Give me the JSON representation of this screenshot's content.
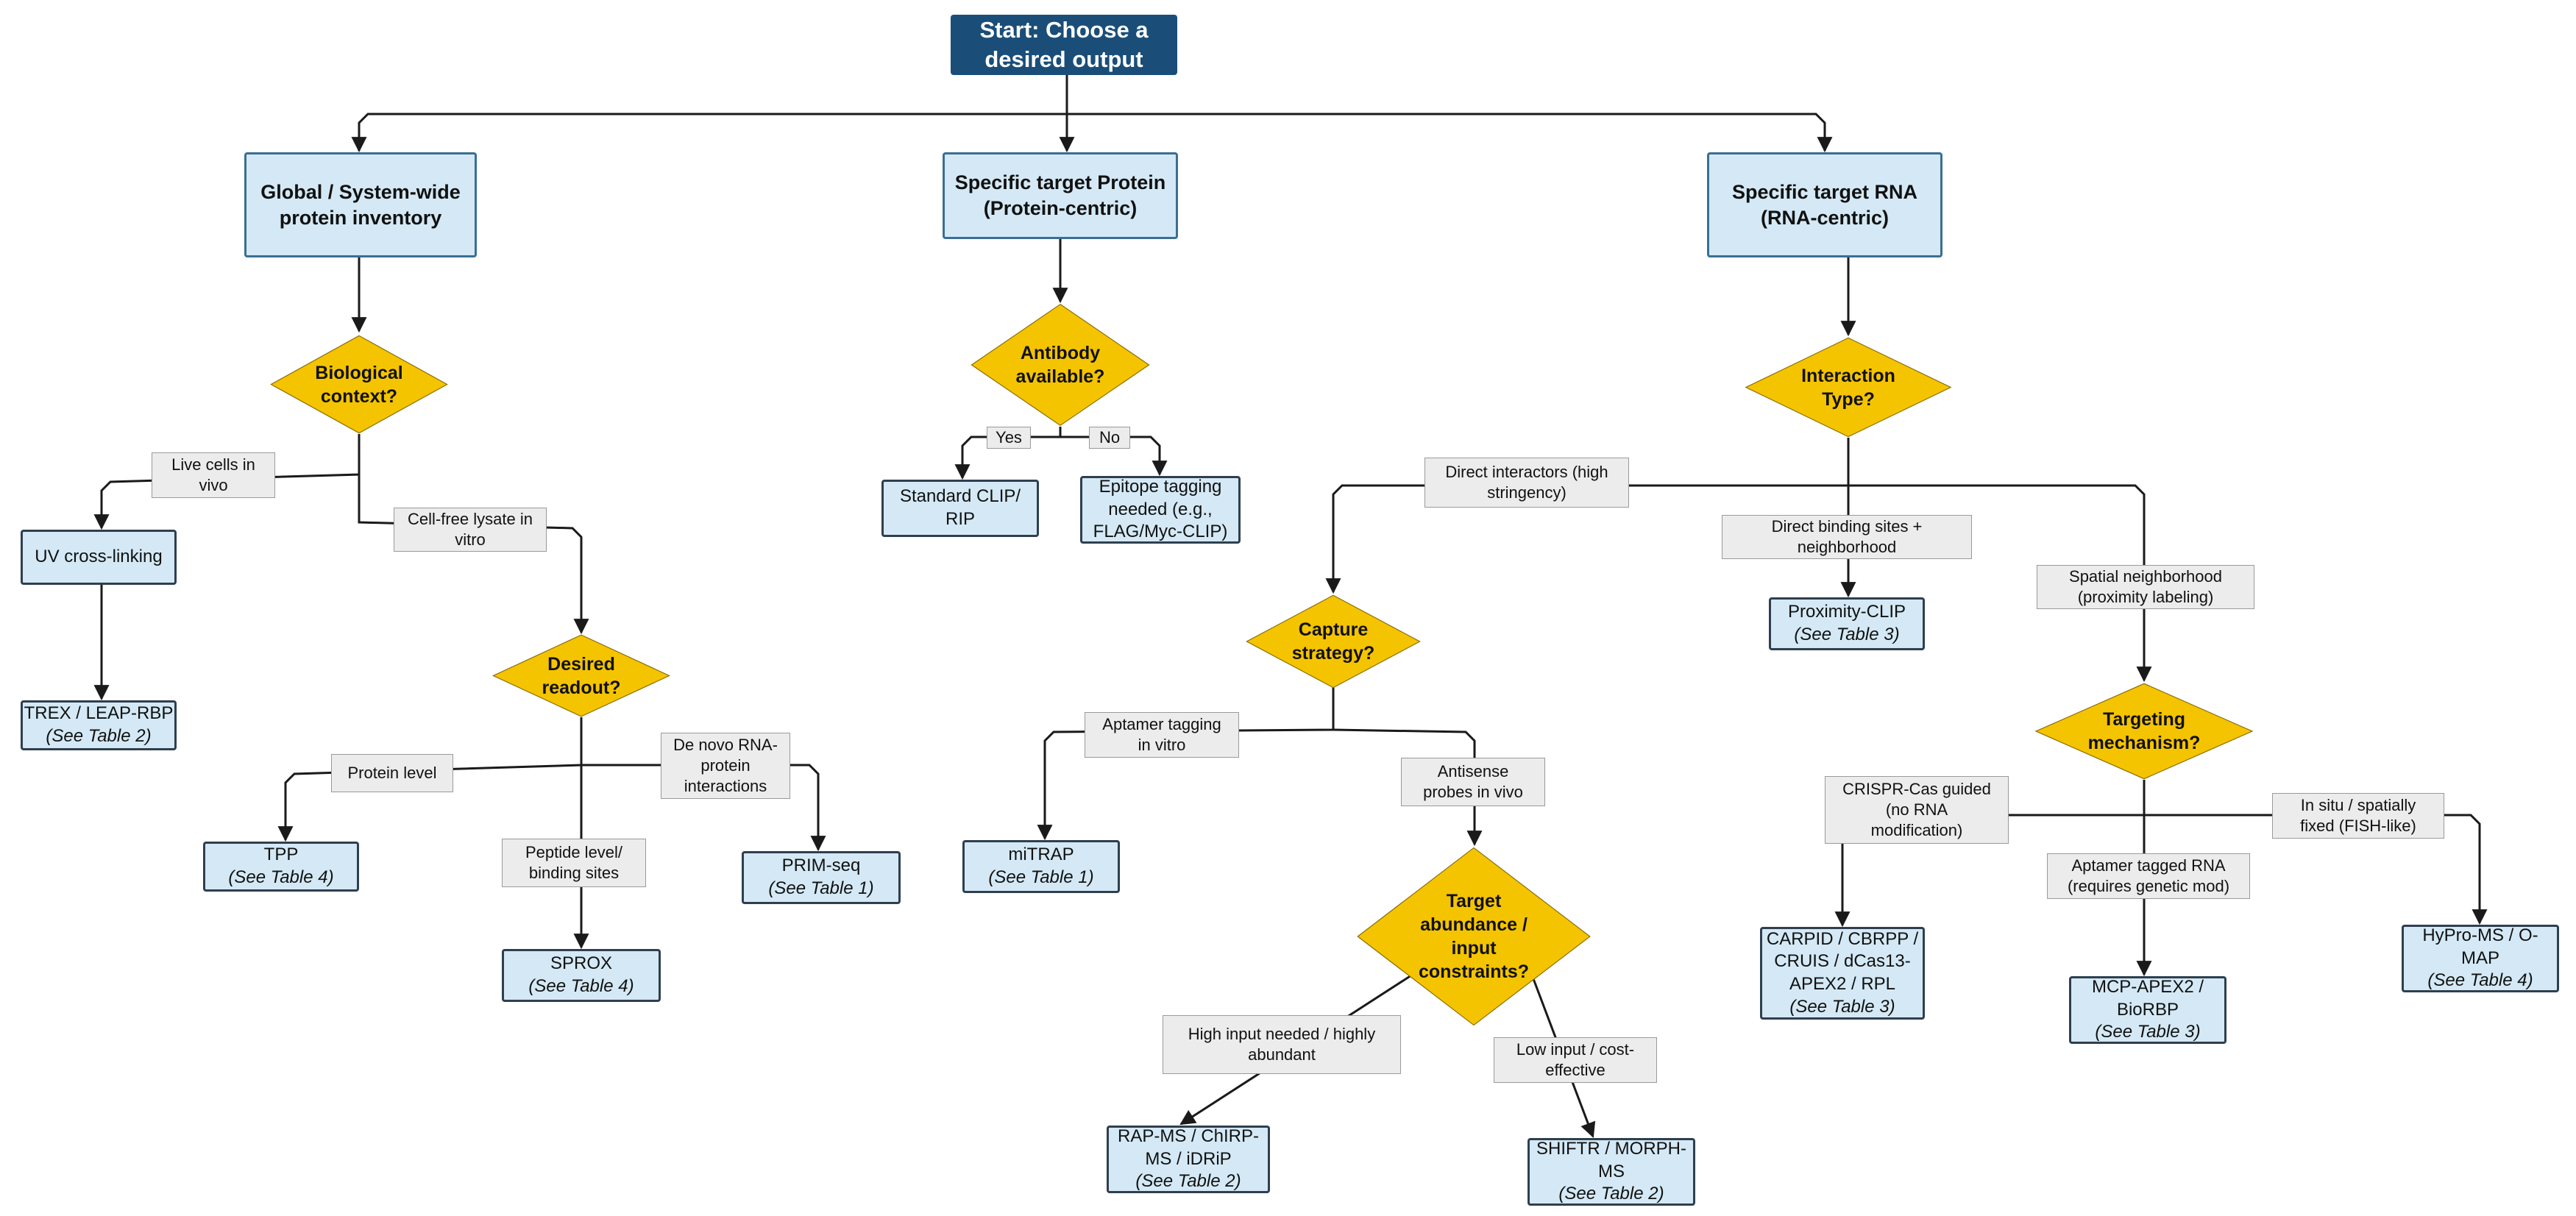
{
  "start": {
    "line1": "Start: Choose a",
    "line2": "desired output"
  },
  "categories": {
    "global": {
      "line1": "Global / System-wide",
      "line2": "protein inventory"
    },
    "protein": {
      "line1": "Specific target Protein",
      "line2": "(Protein-centric)"
    },
    "rna": {
      "line1": "Specific target RNA",
      "line2": "(RNA-centric)"
    }
  },
  "decisions": {
    "bio_context": {
      "line1": "Biological",
      "line2": "context?"
    },
    "antibody": {
      "line1": "Antibody",
      "line2": "available?"
    },
    "interaction": {
      "line1": "Interaction",
      "line2": "Type?"
    },
    "readout": {
      "line1": "Desired",
      "line2": "readout?"
    },
    "capture": {
      "line1": "Capture",
      "line2": "strategy?"
    },
    "targeting": {
      "line1": "Targeting",
      "line2": "mechanism?"
    },
    "abundance": {
      "line1": "Target",
      "line2": "abundance /",
      "line3": "input",
      "line4": "constraints?"
    }
  },
  "labels": {
    "live_cells": {
      "line1": "Live cells in",
      "line2": "vivo"
    },
    "cell_free": {
      "line1": "Cell-free lysate in",
      "line2": "vitro"
    },
    "yes": "Yes",
    "no": "No",
    "direct_interactors": {
      "line1": "Direct interactors (high",
      "line2": "stringency)"
    },
    "direct_binding": {
      "line1": "Direct binding sites +",
      "line2": "neighborhood"
    },
    "spatial": {
      "line1": "Spatial neighborhood",
      "line2": "(proximity labeling)"
    },
    "protein_level": "Protein level",
    "peptide_level": {
      "line1": "Peptide level/",
      "line2": "binding sites"
    },
    "denovo": {
      "line1": "De novo RNA-",
      "line2": "protein",
      "line3": "interactions"
    },
    "aptamer_vitro": {
      "line1": "Aptamer tagging",
      "line2": "in vitro"
    },
    "antisense": {
      "line1": "Antisense",
      "line2": "probes in vivo"
    },
    "crispr": {
      "line1": "CRISPR-Cas guided",
      "line2": "(no RNA",
      "line3": "modification)"
    },
    "aptamer_rna": {
      "line1": "Aptamer tagged RNA",
      "line2": "(requires genetic mod)"
    },
    "insitu": {
      "line1": "In situ / spatially",
      "line2": "fixed (FISH-like)"
    },
    "high_input": {
      "line1": "High input needed / highly",
      "line2": "abundant"
    },
    "low_input": {
      "line1": "Low input / cost-",
      "line2": "effective"
    }
  },
  "methods": {
    "uv": "UV cross-linking",
    "trex": {
      "line1": "TREX / LEAP-RBP",
      "line2": "(See Table 2)"
    },
    "std_clip": {
      "line1": "Standard CLIP/",
      "line2": "RIP"
    },
    "epitope": {
      "line1": "Epitope tagging",
      "line2": "needed (e.g.,",
      "line3": "FLAG/Myc-CLIP)"
    },
    "proximity_clip": {
      "line1": "Proximity-CLIP",
      "line2": "(See Table 3)"
    },
    "tpp": {
      "line1": "TPP",
      "line2": "(See Table 4)"
    },
    "sprox": {
      "line1": "SPROX",
      "line2": "(See Table 4)"
    },
    "prim": {
      "line1": "PRIM-seq",
      "line2": "(See Table 1)"
    },
    "mitrap": {
      "line1": "miTRAP",
      "line2": "(See Table 1)"
    },
    "carpid": {
      "line1": "CARPID / CBRPP /",
      "line2": "CRUIS / dCas13-",
      "line3": "APEX2 / RPL",
      "line4": "(See Table 3)"
    },
    "mcp": {
      "line1": "MCP-APEX2 /",
      "line2": "BioRBP",
      "line3": "(See Table 3)"
    },
    "hypro": {
      "line1": "HyPro-MS / O-",
      "line2": "MAP",
      "line3": "(See Table 4)"
    },
    "rap": {
      "line1": "RAP-MS / ChIRP-",
      "line2": "MS / iDRiP",
      "line3": "(See Table 2)"
    },
    "shiftr": {
      "line1": "SHIFTR / MORPH-",
      "line2": "MS",
      "line3": "(See Table 2)"
    }
  },
  "colors": {
    "start": "#1a4e79",
    "category_fill": "#d4e9f5",
    "decision_fill": "#f5c400",
    "label_fill": "#ececec",
    "arrow": "#1a1a1a"
  }
}
